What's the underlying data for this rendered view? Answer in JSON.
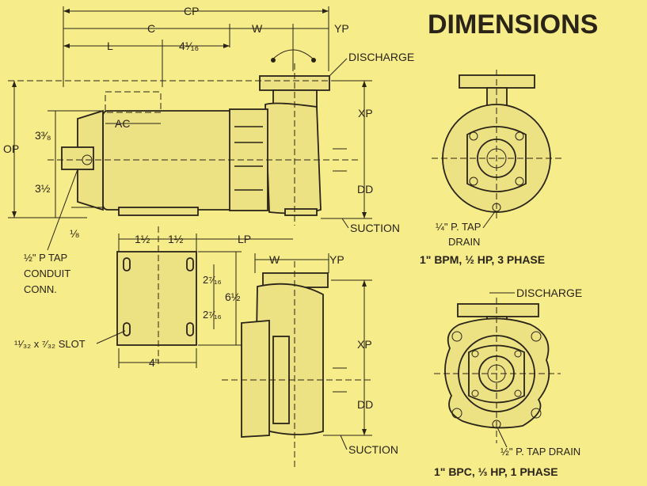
{
  "title": "DIMENSIONS",
  "labels": {
    "cp": "CP",
    "c": "C",
    "w_top": "W",
    "yp_top": "YP",
    "l": "L",
    "frac_4_1_16": "4¹⁄₁₆",
    "discharge_top": "DISCHARGE",
    "ac": "AC",
    "op": "OP",
    "frac_3_3_8": "3³⁄₈",
    "frac_3_1_2": "3½",
    "xp_top": "XP",
    "dd_top": "DD",
    "suction_top": "SUCTION",
    "frac_1_8": "⅛",
    "frac_1_half_a": "1½",
    "frac_1_half_b": "1½",
    "lp": "LP",
    "conduit_line1": "½\" P TAP",
    "conduit_line2": "CONDUIT",
    "conduit_line3": "CONN.",
    "frac_2_7_16_a": "2⁷⁄₁₆",
    "frac_2_7_16_b": "2⁷⁄₁₆",
    "frac_6_1_2": "6½",
    "slot": "¹¹⁄₃₂ x ⁷⁄₃₂ SLOT",
    "four_in": "4\"",
    "w_bottom": "W",
    "yp_bottom": "YP",
    "xp_bottom": "XP",
    "dd_bottom": "DD",
    "suction_bottom": "SUCTION",
    "tap_drain_line1": "¼\" P. TAP",
    "tap_drain_line2": "DRAIN",
    "caption_bpm": "1\" BPM, ½ HP, 3 PHASE",
    "discharge_right": "DISCHARGE",
    "tap_drain_bottom": "½\" P. TAP DRAIN",
    "caption_bpc": "1\" BPC, ⅓ HP, 1 PHASE"
  },
  "colors": {
    "background": "#f6ec8a",
    "ink": "#2a2418"
  }
}
